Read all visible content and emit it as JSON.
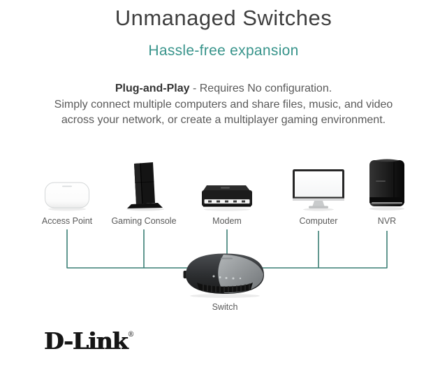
{
  "page": {
    "title": "Unmanaged Switches",
    "subtitle": "Hassle-free expansion",
    "description": {
      "lead": "Plug-and-Play",
      "lead_rest": " - Requires No configuration.",
      "line2": "Simply connect multiple computers and share files, music, and video",
      "line3": "across your network, or create a multiplayer gaming environment."
    }
  },
  "diagram": {
    "devices": [
      {
        "label": "Access Point",
        "icon": "access-point-icon"
      },
      {
        "label": "Gaming Console",
        "icon": "gaming-console-icon"
      },
      {
        "label": "Modem",
        "icon": "modem-icon"
      },
      {
        "label": "Computer",
        "icon": "computer-icon"
      },
      {
        "label": "NVR",
        "icon": "nvr-icon"
      }
    ],
    "hub": {
      "label": "Switch",
      "icon": "switch-icon"
    },
    "connector_color": "#3a7e75"
  },
  "branding": {
    "logo_text": "D-Link",
    "logo_mark": "®"
  },
  "colors": {
    "background": "#ffffff",
    "title": "#3f3f3f",
    "subtitle": "#38948b",
    "body_text": "#5a5a5a",
    "device_label": "#5a5a5a",
    "connector": "#3a7e75",
    "logo": "#161616"
  }
}
